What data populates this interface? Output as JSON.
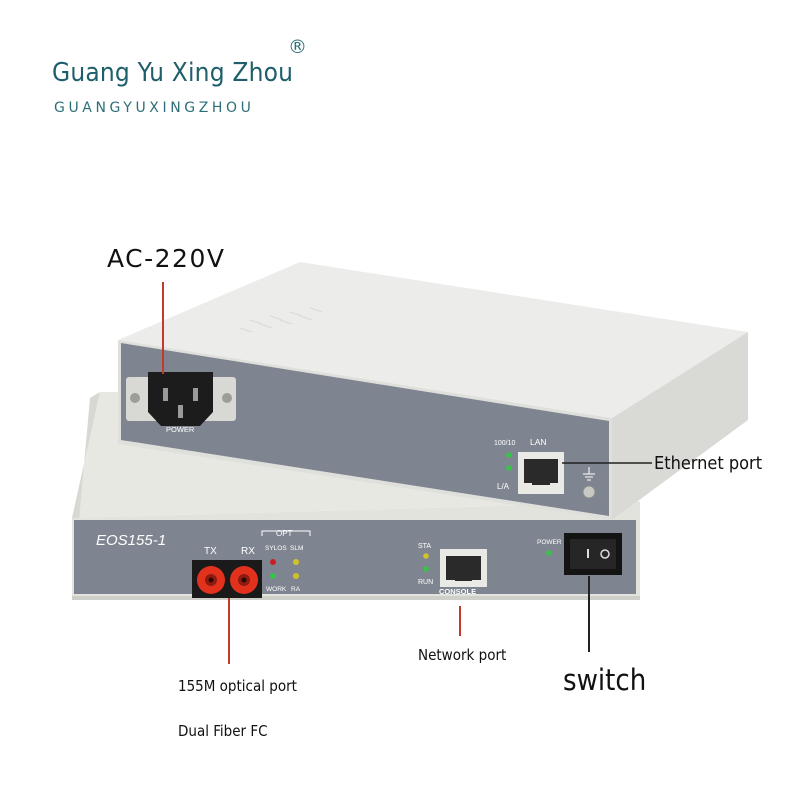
{
  "brand": {
    "name": "Guang Yu Xing Zhou",
    "registered_mark": "®",
    "subtitle": "GUANGYUXINGZHOU"
  },
  "callouts": {
    "ac_power": "AC-220V",
    "ethernet_port": "Ethernet port",
    "optical_port": "155M optical port",
    "fiber_type": "Dual Fiber FC",
    "network_port": "Network port",
    "switch": "switch"
  },
  "upper_panel": {
    "power_label": "POWER",
    "speed_label": "100/10",
    "lan_label": "LAN",
    "link_label": "L/A"
  },
  "lower_panel": {
    "model": "EOS155-1",
    "tx_label": "TX",
    "rx_label": "RX",
    "opt_label": "OPT",
    "sylos_label": "SYLOS",
    "slm_label": "SLM",
    "work_label": "WORK",
    "ra_label": "RA",
    "sta_label": "STA",
    "run_label": "RUN",
    "console_label": "CONSOLE",
    "power_label": "POWER"
  },
  "colors": {
    "brand": "#1f5f6b",
    "panel": "#7f8590",
    "housing": "#e6e7e2",
    "fc_connector": "#e2321e",
    "led_green": "#39c24a",
    "led_red": "#c82020",
    "led_yellow": "#d2c22a"
  }
}
